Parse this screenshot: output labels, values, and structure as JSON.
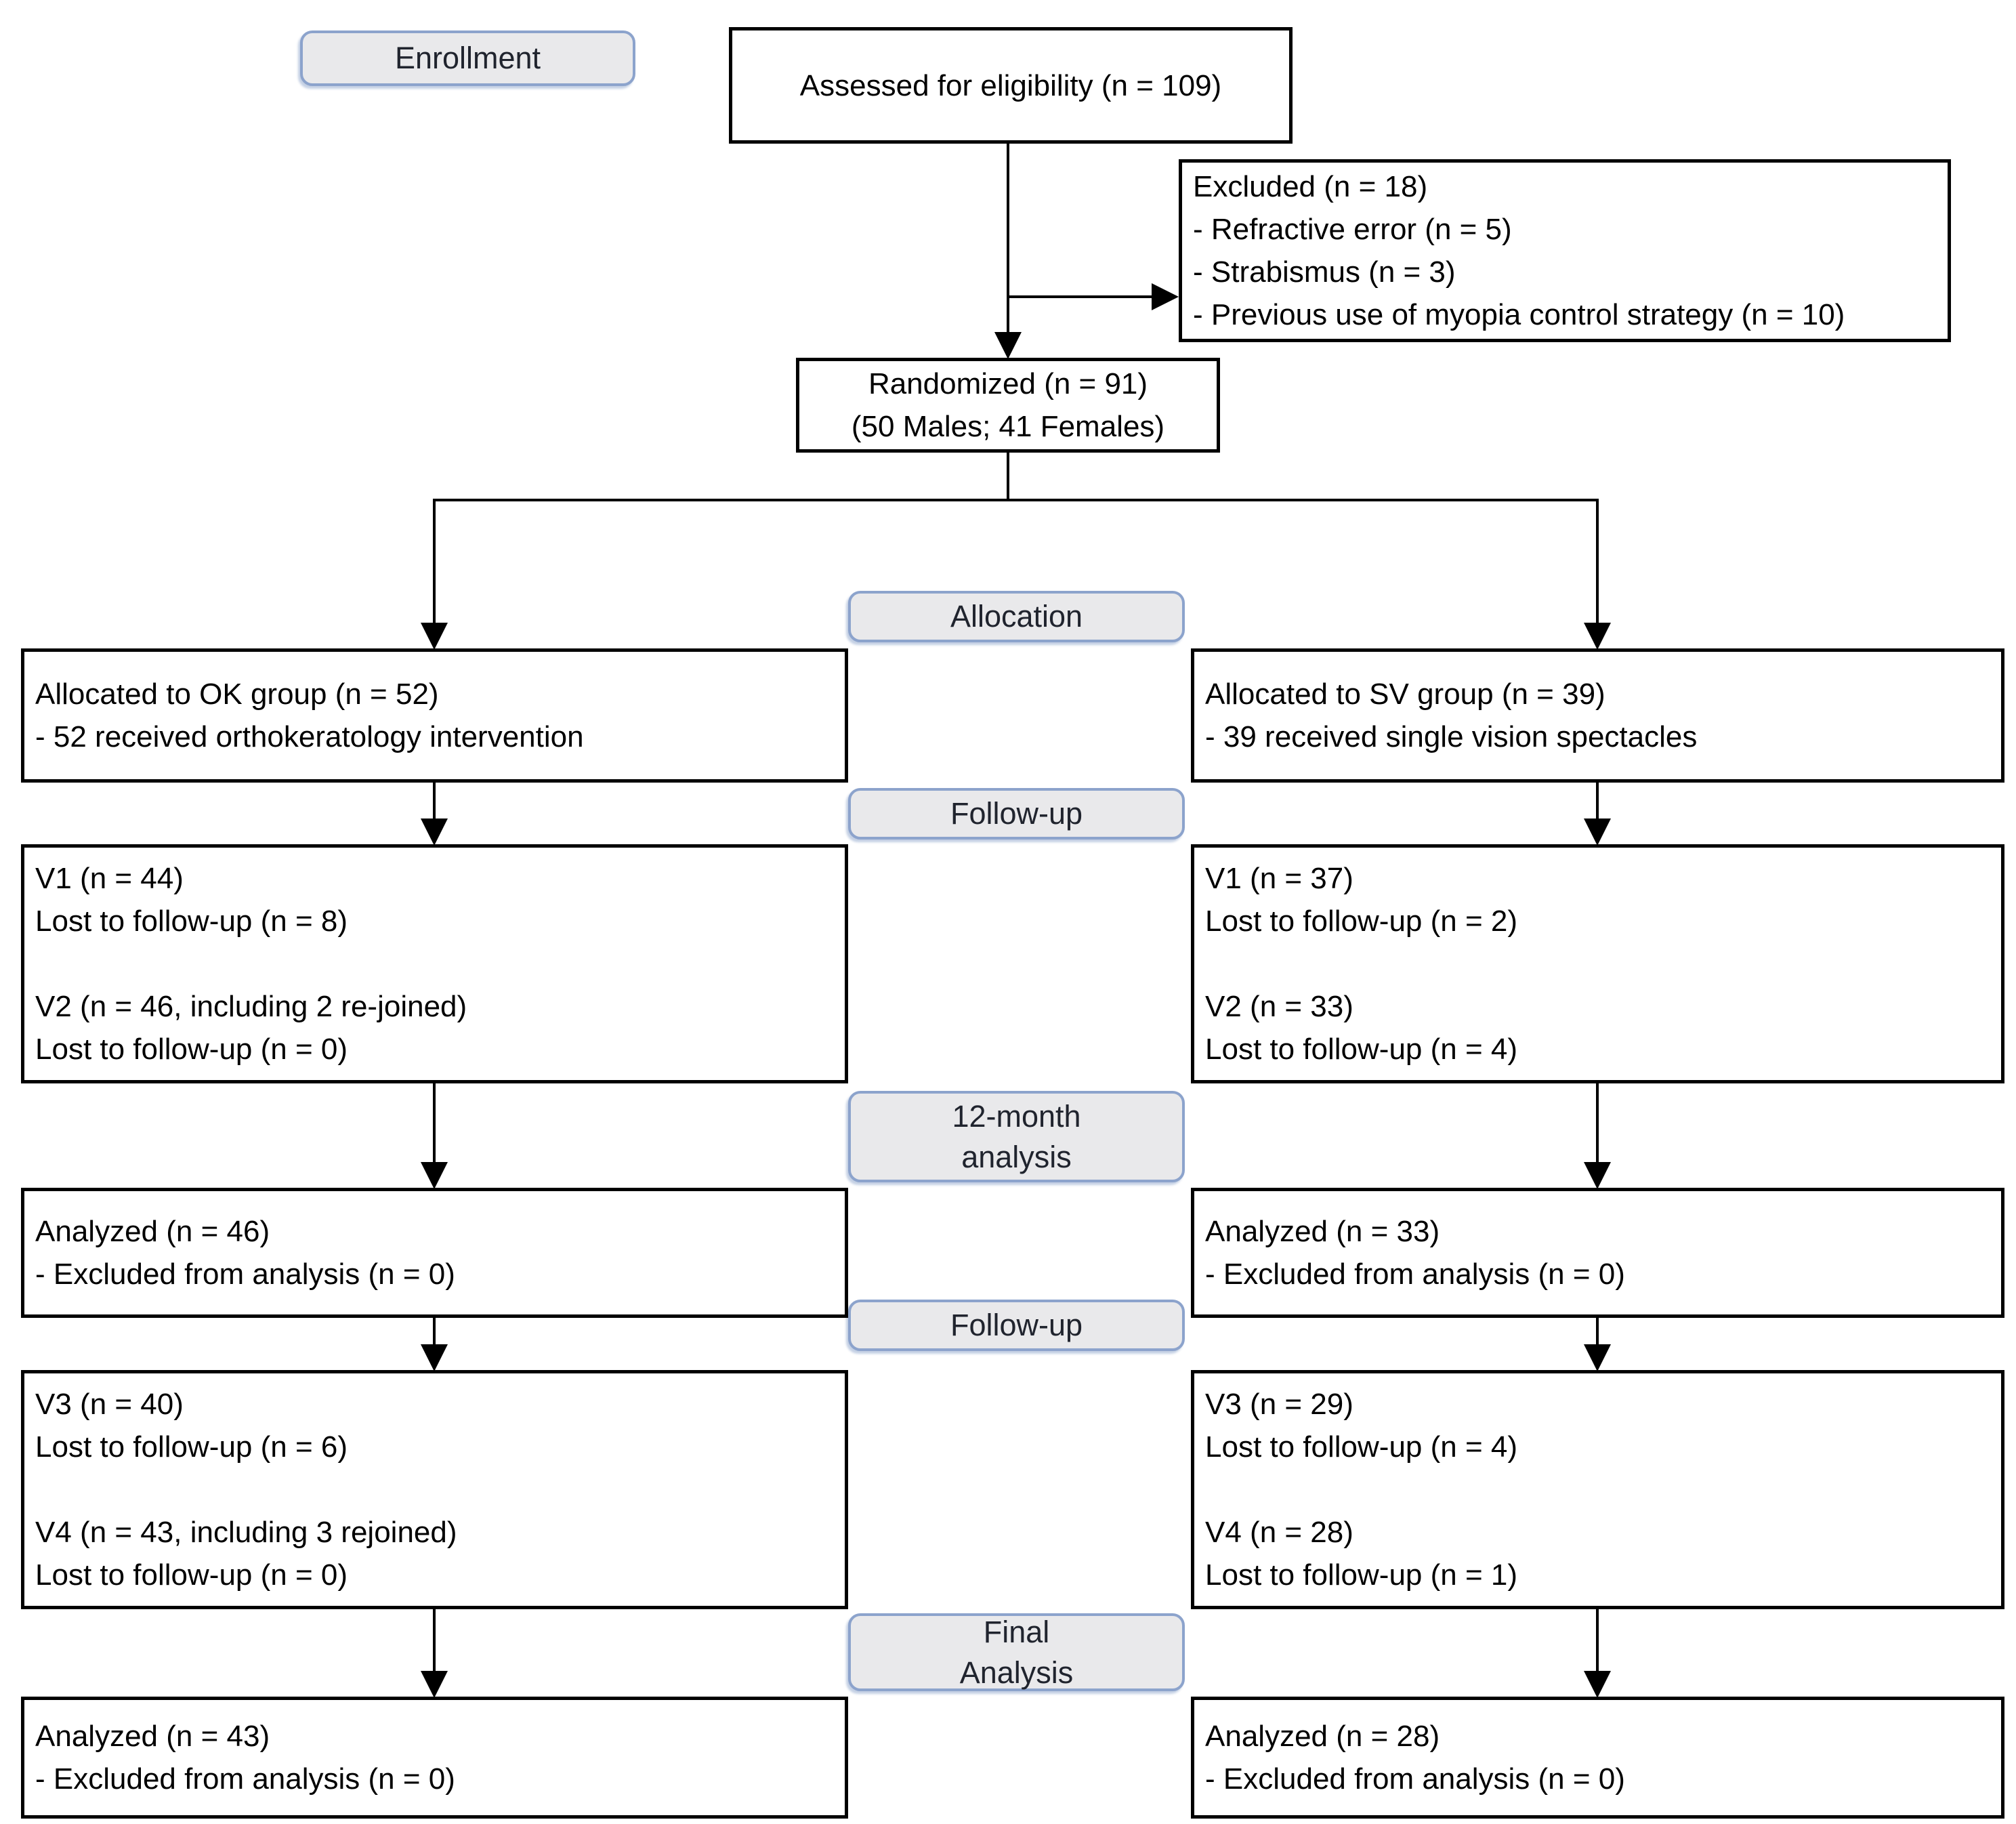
{
  "diagram": {
    "stage_labels": {
      "enrollment": "Enrollment",
      "allocation": "Allocation",
      "followup1": "Follow-up",
      "analysis12_line1": "12-month",
      "analysis12_line2": "analysis",
      "followup2": "Follow-up",
      "final_line1": "Final",
      "final_line2": "Analysis"
    },
    "boxes": {
      "assessed": {
        "line1": "Assessed for eligibility (n = 109)"
      },
      "excluded": {
        "line1": "Excluded (n = 18)",
        "line2": "- Refractive error (n = 5)",
        "line3": "- Strabismus (n = 3)",
        "line4": "- Previous use of myopia control strategy (n = 10)"
      },
      "randomized": {
        "line1": "Randomized (n = 91)",
        "line2": "(50 Males; 41 Females)"
      },
      "ok_allocation": {
        "line1": "Allocated to OK group (n = 52)",
        "line2": "- 52 received orthokeratology intervention"
      },
      "sv_allocation": {
        "line1": "Allocated to SV group (n = 39)",
        "line2": "- 39 received single vision spectacles"
      },
      "ok_followup1": {
        "line1": "V1 (n = 44)",
        "line2": "Lost to follow-up (n = 8)",
        "line3": "V2 (n = 46, including 2 re-joined)",
        "line4": "Lost to follow-up (n = 0)"
      },
      "sv_followup1": {
        "line1": "V1 (n = 37)",
        "line2": "Lost to follow-up (n = 2)",
        "line3": "V2 (n = 33)",
        "line4": "Lost to follow-up (n = 4)"
      },
      "ok_analysis12": {
        "line1": "Analyzed (n = 46)",
        "line2": "- Excluded from analysis (n = 0)"
      },
      "sv_analysis12": {
        "line1": "Analyzed (n = 33)",
        "line2": "- Excluded from analysis (n = 0)"
      },
      "ok_followup2": {
        "line1": "V3 (n = 40)",
        "line2": "Lost to follow-up (n = 6)",
        "line3": "V4 (n = 43, including 3 rejoined)",
        "line4": "Lost to follow-up (n = 0)"
      },
      "sv_followup2": {
        "line1": "V3 (n = 29)",
        "line2": "Lost to follow-up (n = 4)",
        "line3": "V4 (n = 28)",
        "line4": "Lost to follow-up (n = 1)"
      },
      "ok_final": {
        "line1": "Analyzed (n = 43)",
        "line2": "- Excluded from analysis (n = 0)"
      },
      "sv_final": {
        "line1": "Analyzed (n = 28)",
        "line2": "- Excluded from analysis (n = 0)"
      }
    },
    "colors": {
      "box_border": "#000000",
      "label_border": "#8ca3cc",
      "label_fill": "#e9e9eb",
      "text": "#000000"
    }
  }
}
